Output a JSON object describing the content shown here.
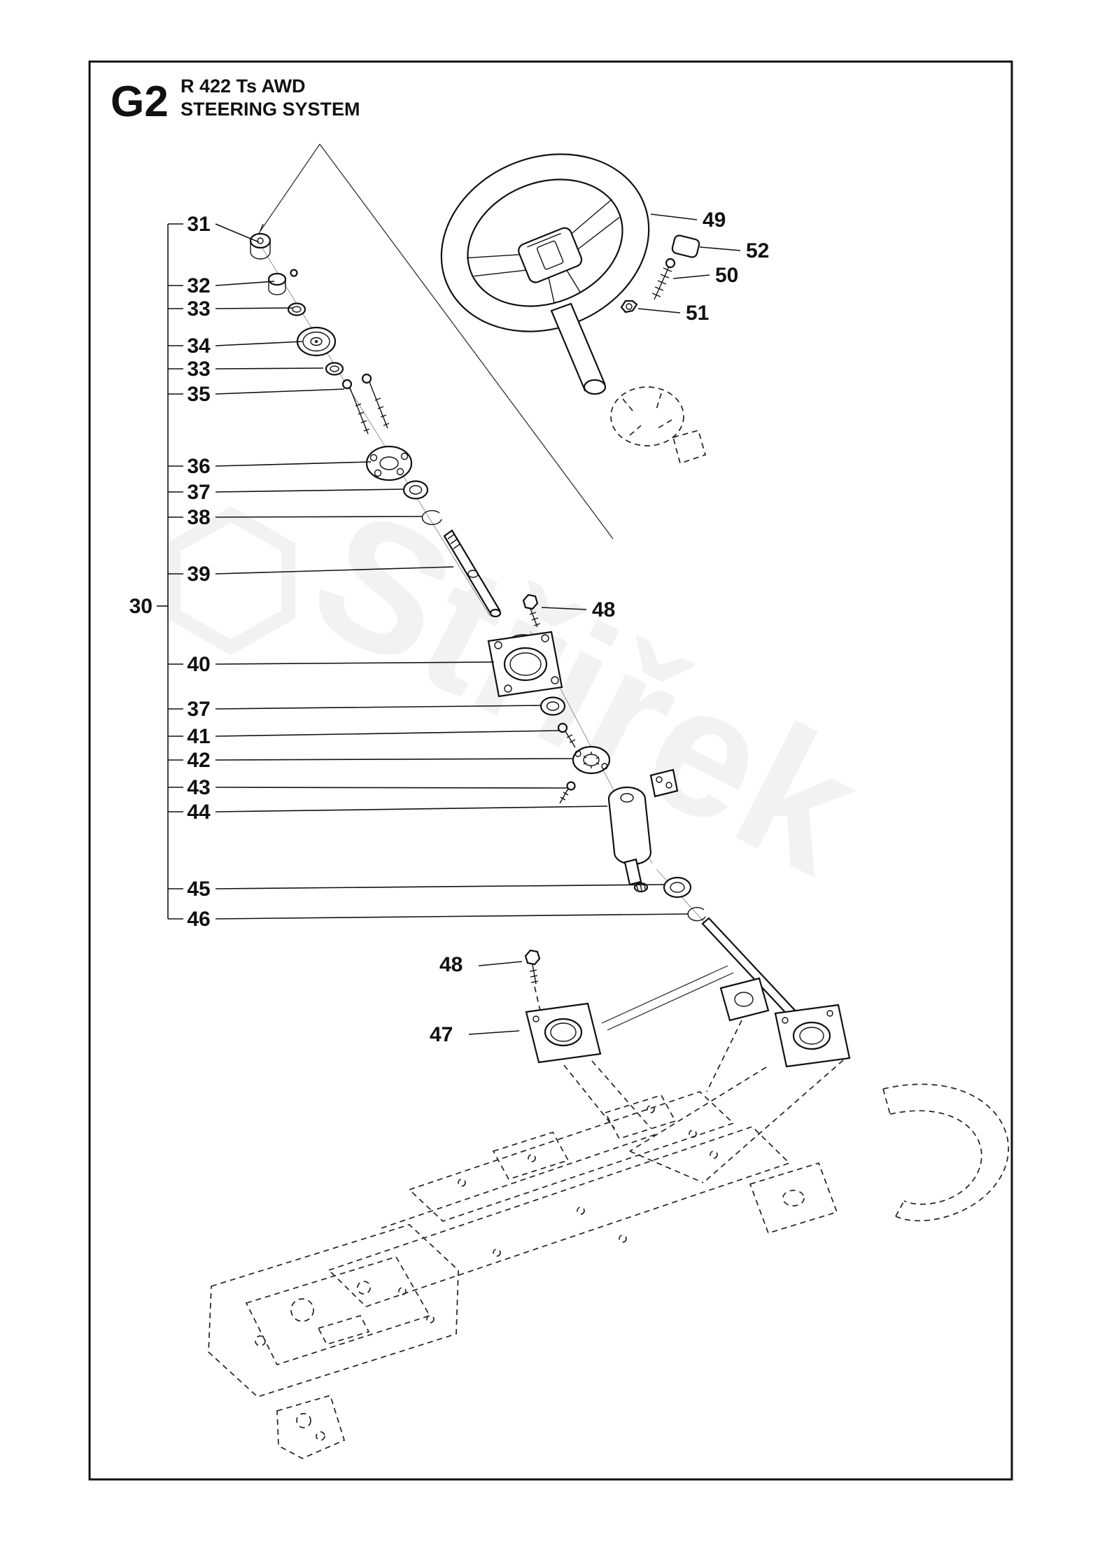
{
  "header": {
    "code": "G2",
    "model": "R 422 Ts AWD",
    "title": "STEERING SYSTEM"
  },
  "watermark": {
    "text": "Střiřek"
  },
  "labels": {
    "bracket": "30",
    "left": [
      "31",
      "32",
      "33",
      "34",
      "33",
      "35",
      "36",
      "37",
      "38",
      "39",
      "40",
      "37",
      "41",
      "42",
      "43",
      "44",
      "45",
      "46"
    ],
    "right": [
      "49",
      "52",
      "50",
      "51",
      "48",
      "48",
      "47"
    ]
  }
}
